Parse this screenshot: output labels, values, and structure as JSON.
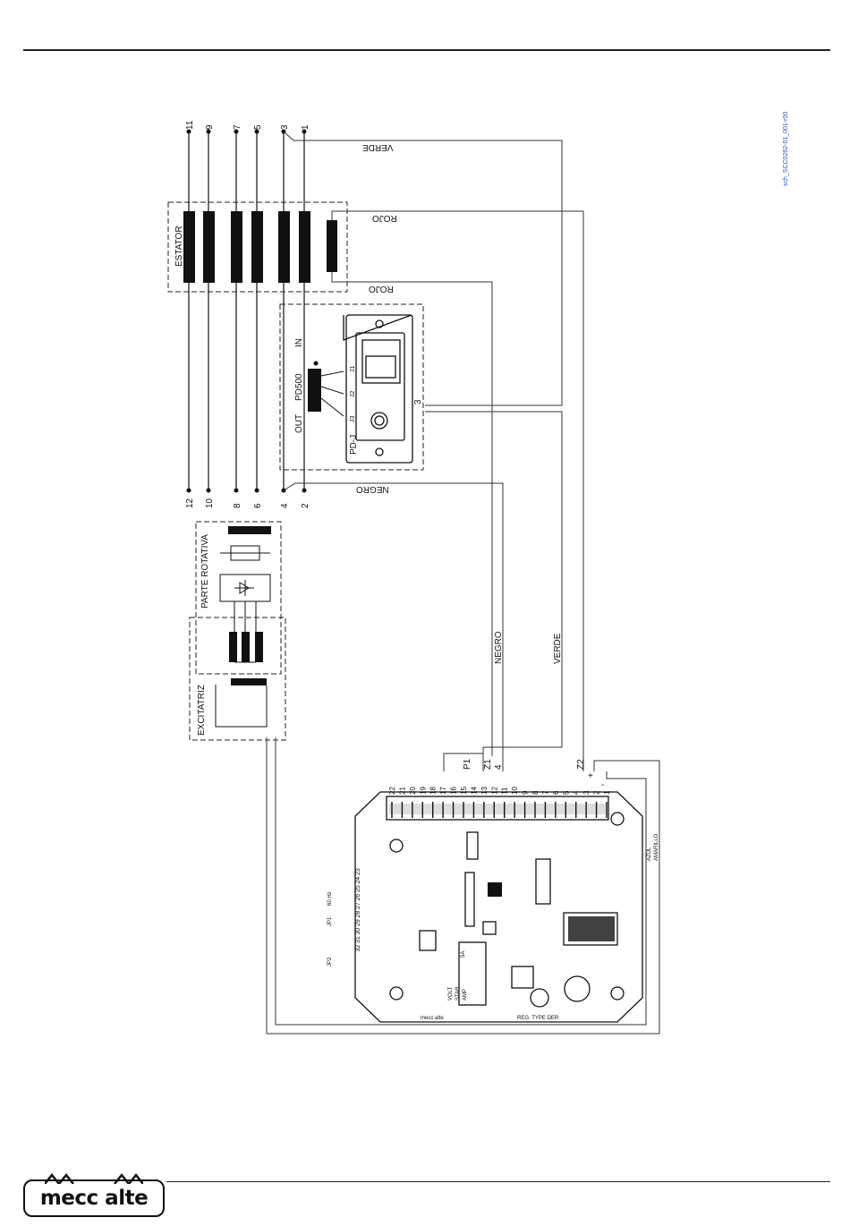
{
  "doc_code": "sch_SCC0262-01_001-r00",
  "blocks": {
    "stator": "ESTATOR",
    "rotating_part": "PARTE ROTATIVA",
    "exciter": "EXCITATRIZ",
    "pd500": "PD500",
    "pd_j": "PD-J",
    "in": "IN",
    "out": "OUT"
  },
  "stator_terminals_top": [
    "11",
    "9",
    "7",
    "5",
    "3",
    "1"
  ],
  "stator_terminals_bottom": [
    "12",
    "10",
    "8",
    "6",
    "4",
    "2"
  ],
  "wires": {
    "verde": "VERDE",
    "rojo": "ROJO",
    "negro": "NEGRO",
    "azul": "AZUL",
    "amarillo": "AMARILLO"
  },
  "pd_terminals": [
    "J3",
    "J2",
    "J1"
  ],
  "pd_pin": "3",
  "regulator": {
    "terminal_numbers": [
      "22",
      "21",
      "20",
      "19",
      "18",
      "17",
      "16",
      "15",
      "14",
      "13",
      "12",
      "11",
      "10",
      "9",
      "8",
      "7",
      "6",
      "5",
      "4",
      "3",
      "2",
      "1"
    ],
    "connection_labels": [
      "P1",
      "Z1",
      "4",
      "Z2",
      "+",
      "-"
    ],
    "side_pins": [
      "23",
      "24",
      "25",
      "26",
      "27",
      "28",
      "29",
      "30",
      "31",
      "32"
    ],
    "jumpers": [
      "JP1",
      "JP2"
    ],
    "freq": "60 Hz",
    "trimmers": [
      "VOLT",
      "STAB",
      "AMP"
    ],
    "fuse": "5A",
    "brand": "mecc alte",
    "type": "REG. TYPE DER"
  },
  "logo": "mecc alte"
}
